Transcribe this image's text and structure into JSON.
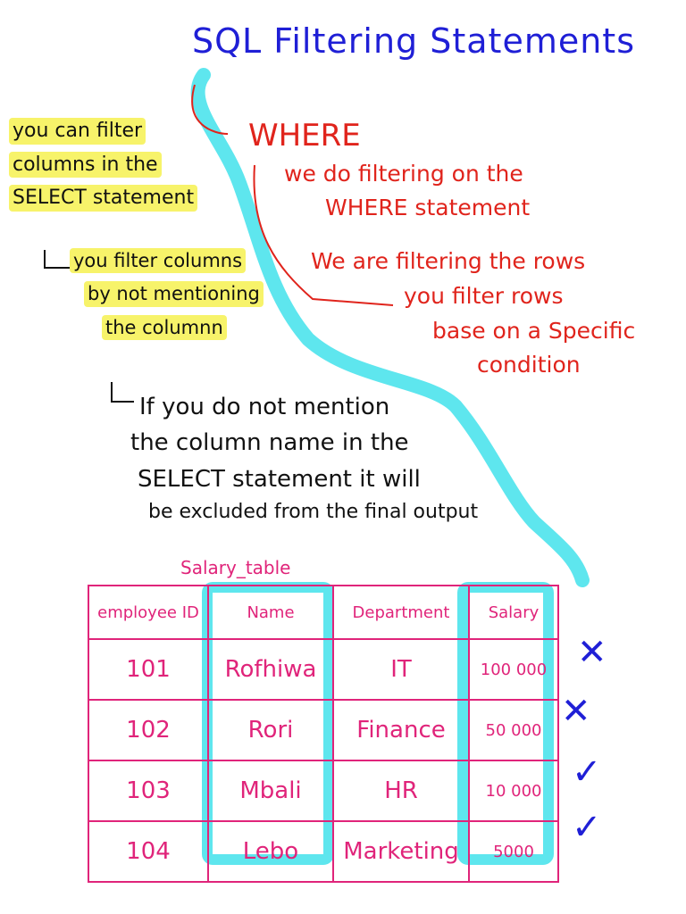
{
  "title": "SQL Filtering Statements",
  "left_notes": {
    "filter_select": [
      "you can filter",
      "columns in the",
      "SELECT statement"
    ],
    "how": [
      "you filter columns",
      "by not mentioning",
      "the columnn"
    ]
  },
  "where_section": {
    "title": "WHERE",
    "explanation": [
      "we do filtering on the",
      "WHERE statement"
    ],
    "rows": [
      "We are filtering the rows",
      "you filter rows",
      "base on a Specific",
      "condition"
    ]
  },
  "select_note": [
    "If you do not mention",
    "the column name in the",
    "SELECT statement it will",
    "be excluded from the final output"
  ],
  "table": {
    "title": "Salary_table",
    "headers": [
      "employee ID",
      "Name",
      "Department",
      "Salary"
    ],
    "rows": [
      [
        "101",
        "Rofhiwa",
        "IT",
        "100 000"
      ],
      [
        "102",
        "Rori",
        "Finance",
        "50 000"
      ],
      [
        "103",
        "Mbali",
        "HR",
        "10 000"
      ],
      [
        "104",
        "Lebo",
        "Marketing",
        "5000"
      ]
    ]
  },
  "row_marks": [
    "cross",
    "cross",
    "check",
    "check"
  ],
  "colors": {
    "title": "#1f1fd6",
    "where": "#e0241c",
    "table": "#e0247a",
    "highlight": "#f7f36a",
    "cyan_line": "#5ee6ee"
  }
}
